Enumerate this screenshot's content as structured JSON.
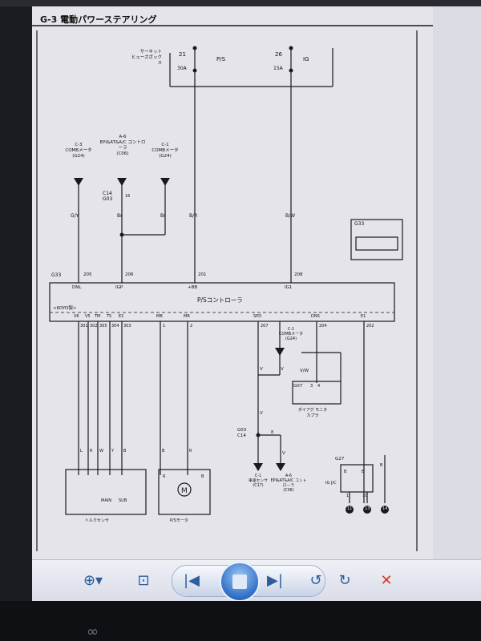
{
  "document": {
    "section_title": "G-3 電動パワーステアリング",
    "fuse_box_label": "ヒューズボックス",
    "fuse_box_label_prefix": "サーキット",
    "fuses": [
      {
        "num": "21",
        "rating": "30A",
        "name": "P/S"
      },
      {
        "num": "26",
        "rating": "15A",
        "name": "IG"
      }
    ],
    "upper_connectors": [
      {
        "code": "C-3",
        "desc": "COMBメータ",
        "ref": "(G24)"
      },
      {
        "code": "A-6",
        "desc": "EPI&AT&A/C コントローラ",
        "ref": "(C06)"
      },
      {
        "code": "C-1",
        "desc": "COMBメータ",
        "ref": "(G24)"
      }
    ],
    "splice": {
      "code1": "C14",
      "code2": "G03",
      "pin": "16"
    },
    "wire_colors": {
      "dnl": "G/Y",
      "igp": "Br",
      "br2": "Br",
      "bb": "B/R",
      "ig1": "B/W"
    },
    "g33_label": "G33",
    "controller": {
      "connector": "G33",
      "title": "P/Sコントローラ",
      "maker": "<KOYO製>",
      "top_pins": [
        {
          "no": "205",
          "name": "DNL"
        },
        {
          "no": "206",
          "name": "IGP"
        },
        {
          "no": "201",
          "name": "+BB"
        },
        {
          "no": "208",
          "name": "IG1"
        }
      ],
      "bottom_pins": [
        {
          "name": "V6",
          "no": "301"
        },
        {
          "name": "V5",
          "no": "302"
        },
        {
          "name": "TM",
          "no": "305"
        },
        {
          "name": "TS",
          "no": "304"
        },
        {
          "name": "E2",
          "no": "303"
        },
        {
          "name": "MB",
          "no": "1"
        },
        {
          "name": "MR",
          "no": "2"
        },
        {
          "name": "SPD",
          "no": "207"
        },
        {
          "name": "DNS",
          "no": "204"
        },
        {
          "name": "E1",
          "no": "202"
        }
      ]
    },
    "lower_wire_colors": [
      "L",
      "R",
      "W",
      "Y",
      "B",
      "B",
      "R"
    ],
    "spd_connector": {
      "code": "C-1",
      "desc": "COMBメータ",
      "ref": "(G24)"
    },
    "spd_wires": [
      "V",
      "V",
      "V",
      "V"
    ],
    "dns_wire": "V/W",
    "g07": {
      "code": "G07",
      "pins": [
        "3",
        "4"
      ],
      "name": "ダイアグ モニタカプラ"
    },
    "g03_c14": {
      "code1": "G03",
      "code2": "C14",
      "pin": "8"
    },
    "bottom_connectors": [
      {
        "code": "C-1",
        "desc": "車速センサ",
        "ref": "(C17)"
      },
      {
        "code": "A-6",
        "desc": "EPI&AT&A/C コントローラ",
        "ref": "(C06)"
      }
    ],
    "g27": {
      "code": "G27",
      "name": "IG J/C",
      "pins": [
        "1",
        "10"
      ]
    },
    "grounds": [
      "11",
      "13",
      "14"
    ],
    "torque_sensor": {
      "name": "トルクセンサ",
      "labels": [
        "MAIN",
        "SUB"
      ]
    },
    "motor": {
      "name": "P/Sモータ",
      "labels": [
        "R",
        "B"
      ],
      "symbol": "M"
    },
    "ground_wires": [
      "B",
      "B",
      "B"
    ]
  },
  "viewer_toolbar": {
    "zoom": "⊕▾",
    "slideshow": "⊡",
    "prev": "|◀",
    "next": "▶|",
    "rotate_ccw": "↺",
    "rotate_cw": "↻",
    "delete": "✕"
  },
  "taskbar_glyph": "∞",
  "colors": {
    "paper": "#e4e4ea",
    "ink": "#1a1a1a",
    "accent": "#2f6fc6",
    "delete": "#d9362b"
  }
}
